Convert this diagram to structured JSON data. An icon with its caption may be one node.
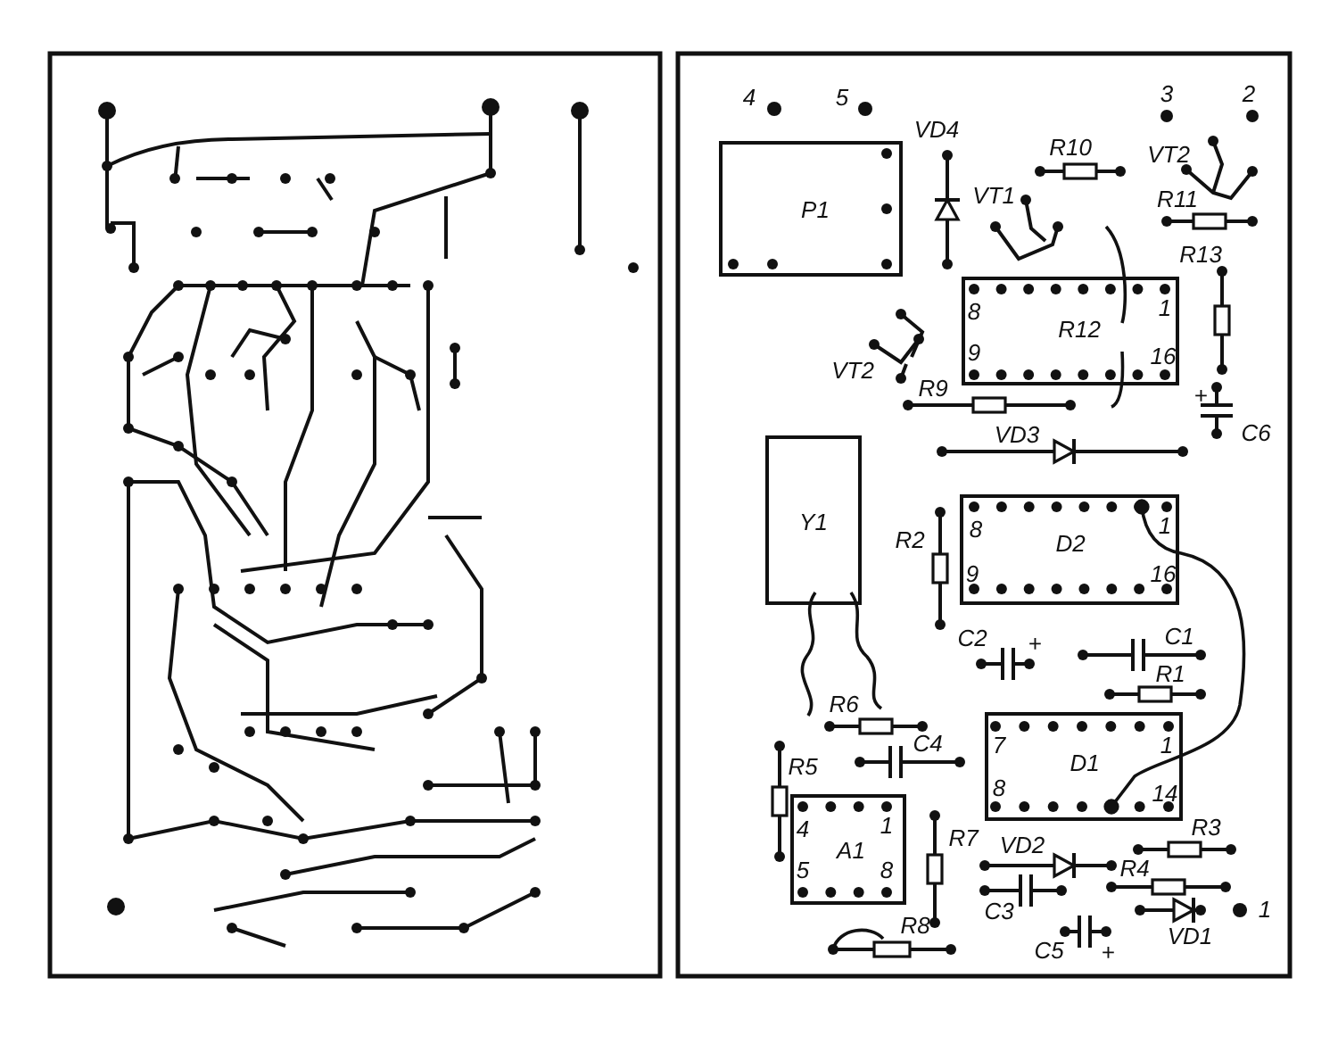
{
  "diagram": {
    "nodes": [
      {
        "text": [
          "P1"
        ]
      },
      {
        "text": [
          "8",
          "1",
          "9",
          "16"
        ]
      },
      {
        "text": [
          "Y1"
        ]
      },
      {
        "text": [
          "8",
          "1",
          "D2",
          "9",
          "16"
        ]
      },
      {
        "text": [
          "7",
          "1",
          "D1",
          "8",
          "14"
        ]
      },
      {
        "text": [
          "4",
          "1",
          "A1",
          "5",
          "8"
        ]
      }
    ],
    "edges": [
      {
        "from": 3,
        "to": 4,
        "arrow": "other"
      }
    ],
    "labels": [
      "4",
      "5",
      "3",
      "2",
      "VD4",
      "R10",
      "VT2",
      "VT1",
      "R11",
      "R13",
      "R12",
      "VT2",
      "R9",
      "+",
      "VD3",
      "C6",
      "R2",
      "C2",
      "+",
      "C1",
      "R1",
      "R6",
      "C4",
      "R5",
      "R3",
      "R7",
      "VD2",
      "R4",
      "C3",
      "VD1",
      "1",
      "R8",
      "C5",
      "+"
    ]
  }
}
